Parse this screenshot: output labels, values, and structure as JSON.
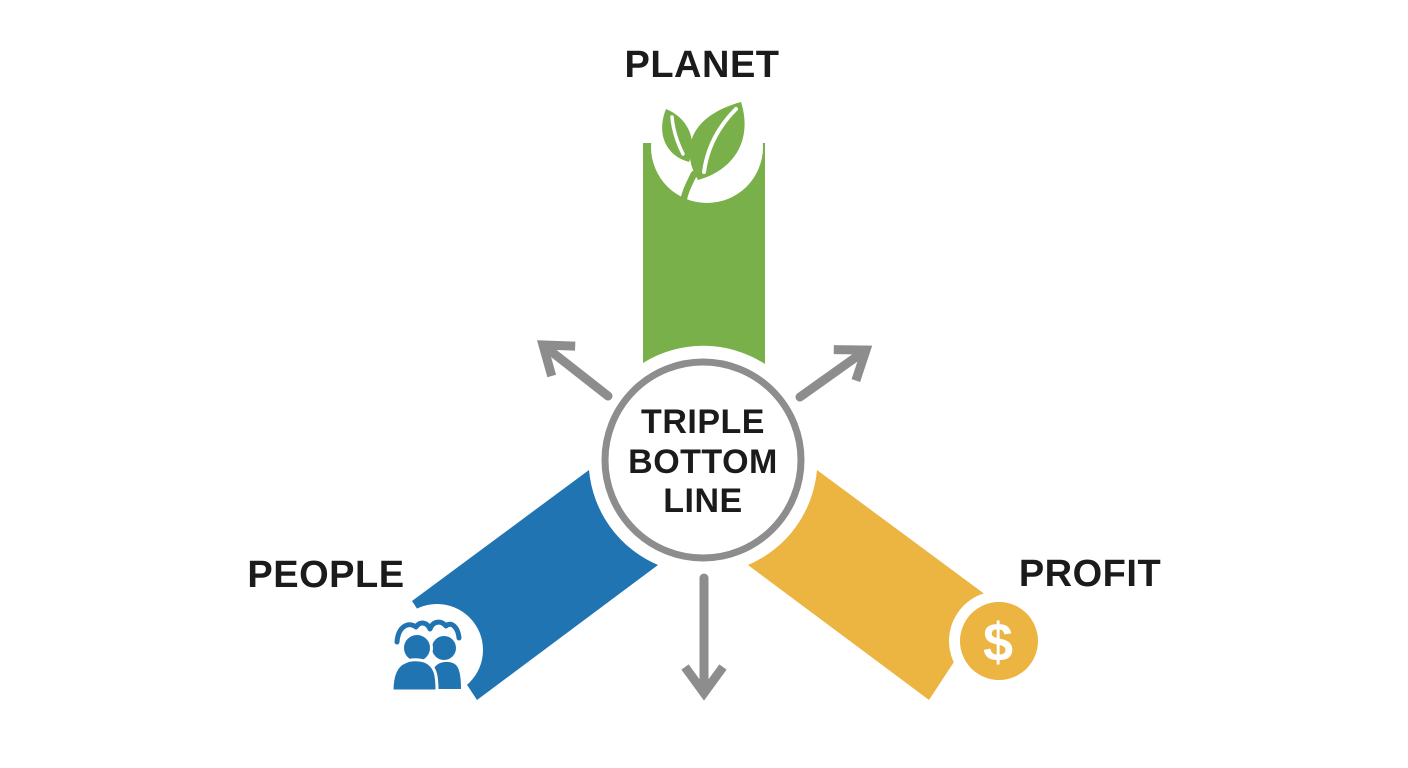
{
  "diagram": {
    "type": "triple-bottom-line-infographic",
    "background": "#ffffff",
    "text_color": "#1b1b1b",
    "center": {
      "label_lines": [
        "TRIPLE",
        "BOTTOM",
        "LINE"
      ],
      "ring_color": "#8d8d8d",
      "fill": "#ffffff"
    },
    "branches": [
      {
        "id": "planet",
        "label": "PLANET",
        "color": "#7ab04a",
        "icon": "leaf-icon",
        "position": "top"
      },
      {
        "id": "people",
        "label": "PEOPLE",
        "color": "#2174b2",
        "icon": "people-icon",
        "position": "bottom-left"
      },
      {
        "id": "profit",
        "label": "PROFIT",
        "color": "#ecb441",
        "icon": "dollar-coin-icon",
        "position": "bottom-right",
        "currency_symbol": "$"
      }
    ],
    "arrows": {
      "color": "#8d8d8d",
      "directions": [
        "up-left",
        "up-right",
        "down"
      ]
    }
  }
}
